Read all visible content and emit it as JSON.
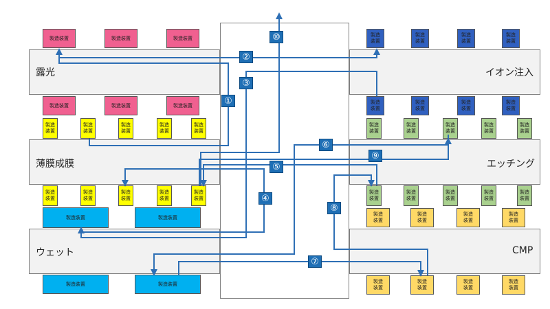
{
  "bays": {
    "exposure": "露光",
    "ion_implant": "イオン注入",
    "thin_film": "薄膜成膜",
    "etching": "エッチング",
    "wet": "ウェット",
    "cmp": "CMP"
  },
  "equipment_label": "製造装置",
  "equipment_label_wrapped": "製造\n装置",
  "steps": [
    "①",
    "②",
    "③",
    "④",
    "⑤",
    "⑥",
    "⑦",
    "⑧",
    "⑨",
    "⑩"
  ],
  "colors": {
    "exposure": "#f06090",
    "thin_film": "#ffff00",
    "ion_implant": "#3060c0",
    "etching": "#a9d18e",
    "cmp": "#ffd966",
    "wet": "#00b0f0",
    "route": "#2e6fb5"
  }
}
